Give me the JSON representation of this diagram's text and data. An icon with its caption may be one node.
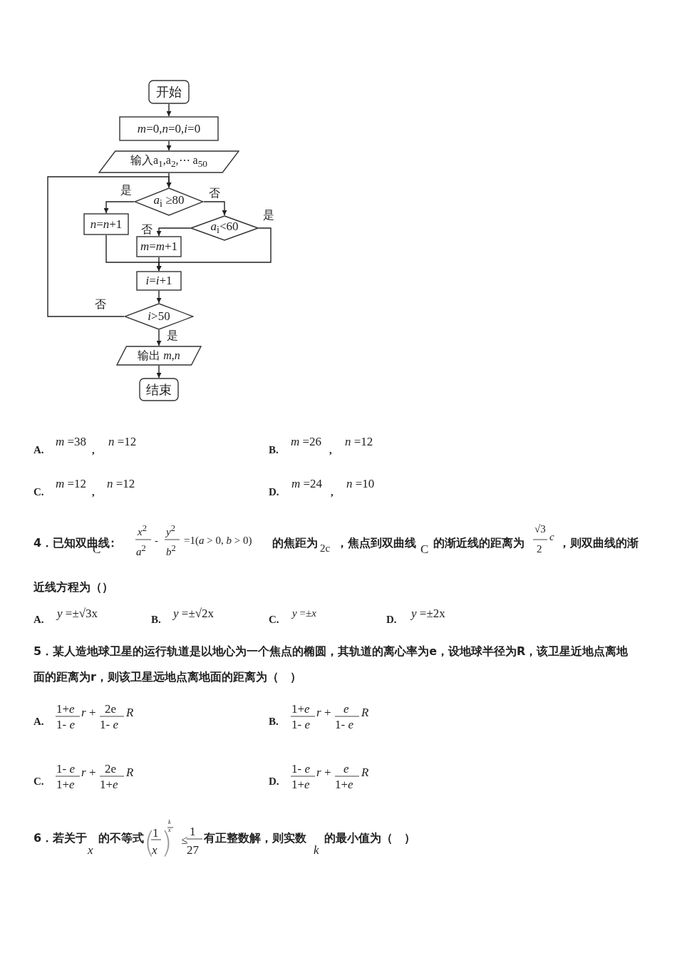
{
  "diagram": {
    "nodes": [
      {
        "text": [
          "开始"
        ]
      },
      {
        "text": [
          "*m*=0,*n*=0,*i*=0"
        ]
      },
      {
        "text": [
          "输入a$_{1}$,a$_{2}$,⋯ a$_{50}$"
        ]
      },
      {
        "text": [
          "*a*$_{i}$ ≥80"
        ]
      },
      {
        "text": [
          "*n*=*n*+1"
        ]
      },
      {
        "text": [
          "*a*$_{i}$<60"
        ]
      },
      {
        "text": [
          "*m*=*m*+1"
        ]
      },
      {
        "text": [
          "*i*=*i*+1"
        ]
      },
      {
        "text": [
          "*i*>50"
        ]
      },
      {
        "text": [
          "输出 *m*,*n*"
        ]
      },
      {
        "text": [
          "结束"
        ]
      }
    ],
    "edges": [
      {
        "from": 0,
        "to": 1,
        "arrow": "to"
      },
      {
        "from": 1,
        "to": 2,
        "arrow": "to"
      },
      {
        "from": 2,
        "to": 3,
        "arrow": "to"
      },
      {
        "from": 3,
        "to": 4,
        "arrow": "to",
        "label": "是"
      },
      {
        "from": 3,
        "to": 5,
        "arrow": "to",
        "label": "否"
      },
      {
        "from": 5,
        "to": 6,
        "arrow": "to",
        "label": "否"
      },
      {
        "from": 5,
        "to": 7,
        "arrow": "to",
        "label": "是"
      },
      {
        "from": 4,
        "to": 7,
        "arrow": "to"
      },
      {
        "from": 6,
        "to": 7,
        "arrow": "to"
      },
      {
        "from": 7,
        "to": 8,
        "arrow": "to"
      },
      {
        "from": 8,
        "to": 3,
        "arrow": "to",
        "label": "否"
      },
      {
        "from": 8,
        "to": 9,
        "arrow": "to",
        "label": "是"
      },
      {
        "from": 9,
        "to": 10,
        "arrow": "to"
      }
    ],
    "labels": [
      "A.",
      "*m* =38",
      ",",
      "*n* =12",
      "B.",
      "*m* =26",
      ",",
      "*n* =12",
      "C.",
      "*m* =12",
      ",",
      "*n* =12",
      "D.",
      "*m* =24",
      ",",
      "*n* =10",
      "4．已知双曲线",
      "C",
      "：",
      "*x*$^{2}$",
      "*a*$^{2}$",
      "-",
      "*y*$^{2}$",
      "*b*$^{2}$",
      "=1(*a* > 0, *b* > 0)",
      "的焦距为",
      "2c",
      "，焦点到双曲线",
      "C",
      "的渐近线的距离为",
      "√3",
      "2",
      "*c*",
      "，则双曲线的渐",
      "近线方程为（）",
      "A.",
      "*y* =±√3x",
      "B.",
      "*y* =±√2x",
      "C.",
      "*y* =±*x*",
      "D.",
      "*y* =±2x",
      "5．某人造地球卫星的运行轨道是以地心为一个焦点的椭圆，其轨道的离心率为e，设地球半径为R，该卫星近地点离地面的距离为r，则该卫星远地点离地面的距离为（　）",
      "A.",
      "1+*e*",
      "1- *e*",
      "*r* +",
      "2e",
      "1- *e*",
      "*R*",
      "B.",
      "1+*e*",
      "1- *e*",
      "*r* +",
      "*e*",
      "1- *e*",
      "*R*",
      "C.",
      "1- *e*",
      "1+*e*",
      "*r* +",
      "2e",
      "1+*e*",
      "*R*",
      "D.",
      "1- *e*",
      "1+*e*",
      "*r* +",
      "*e*",
      "1+*e*",
      "*R*",
      "6．若关于",
      "*x*",
      "的不等式",
      "(",
      "1",
      "*x*",
      ")",
      "*k*",
      "*x*",
      "≤",
      "1",
      "27",
      "有正整数解，则实数",
      "*k*",
      "的最小值为（　）"
    ]
  }
}
